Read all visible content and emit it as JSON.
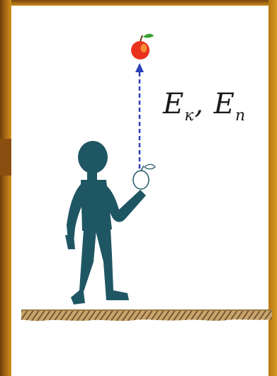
{
  "energy_label": {
    "kinetic_symbol": "E",
    "kinetic_subscript": "к",
    "separator": ", ",
    "potential_symbol": "E",
    "potential_subscript": "п"
  },
  "colors": {
    "figure": "#1f5663",
    "apple": "#e8321e",
    "leaf": "#3aa02e",
    "arrow": "#2b3fb8",
    "ground": "#b9935a",
    "hatch": "#6e5230"
  },
  "icons": {
    "person": "walking-man-icon",
    "apple_top": "apple-icon",
    "apple_hand": "apple-outline-icon",
    "arrow": "arrow-up-icon"
  }
}
